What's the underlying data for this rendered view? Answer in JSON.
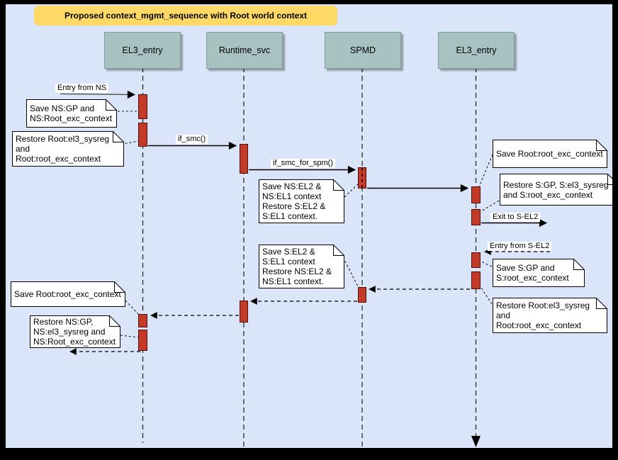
{
  "title": "Proposed context_mgmt_sequence with Root world context",
  "colors": {
    "background": "#dbe5f9",
    "frame": "#000000",
    "title_bg": "#ffd966",
    "lifeline_header_bg": "#a8c2c1",
    "activation_fill": "#c43a28",
    "activation_border": "#4f120b",
    "note_bg": "#ffffff"
  },
  "lifelines": [
    {
      "label": "EL3_entry"
    },
    {
      "label": "Runtime_svc"
    },
    {
      "label": "SPMD"
    },
    {
      "label": "EL3_entry"
    }
  ],
  "messages": {
    "entry_from_ns": "Entry from NS",
    "if_smc": "if_smc()",
    "if_smc_for_spm": "if_smc_for_spm()",
    "exit_to_s_el2": "Exit to S-EL2",
    "entry_from_s_el2": "Entry from S-EL2"
  },
  "notes": [
    {
      "text": "Save NS:GP and\nNS:Root_exc_context"
    },
    {
      "text": "Restore Root:el3_sysreg\nand\nRoot:root_exc_context"
    },
    {
      "text": "Save NS:EL2 &\nNS:EL1 context\nRestore S:EL2 &\nS:EL1 context."
    },
    {
      "text": "Save Root:root_exc_context"
    },
    {
      "text": "Restore S:GP, S:el3_sysreg\nand S:root_exc_context"
    },
    {
      "text": "Save S:GP and\nS:root_exc_context"
    },
    {
      "text": "Restore Root:el3_sysreg\nand\nRoot:root_exc_context"
    },
    {
      "text": "Save S:EL2 &\nS:EL1 context\nRestore NS:EL2 &\nNS:EL1 context."
    },
    {
      "text": "Save Root:root_exc_context"
    },
    {
      "text": "Restore NS:GP,\nNS:el3_sysreg and\nNS:Root_exc_context"
    }
  ]
}
